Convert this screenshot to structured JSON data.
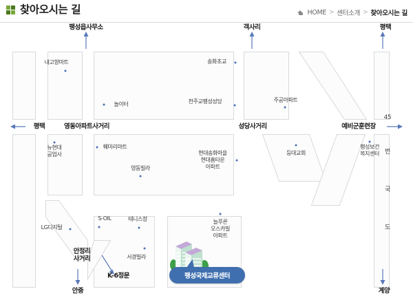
{
  "header": {
    "title": "찾아오시는 길",
    "icon": "grid-squares-icon",
    "accent_color": "#7aa83c",
    "breadcrumb": {
      "home_icon": "home-icon",
      "items": [
        "HOME",
        "센터소개",
        "찾아오시는 길"
      ],
      "separator": ">"
    }
  },
  "map": {
    "alt": "팽성국제교류센터 약도",
    "colors": {
      "road_fill": "#ffffff",
      "block_fill": "#fcfcfc",
      "block_stroke": "#d7d9dc",
      "poi_dot": "#4a6fb5",
      "arrow": "#5878b8",
      "callout": "#3f6fae"
    },
    "direction_labels": [
      {
        "id": "pyeongseong-eup-office",
        "text": "팽성읍사무소",
        "arrow": "up"
      },
      {
        "id": "gaeksari",
        "text": "객사리",
        "arrow": "up"
      },
      {
        "id": "pyeongtaek-top",
        "text": "평택",
        "arrow": "up"
      },
      {
        "id": "pyeongtaek-left",
        "text": "평택",
        "arrow": "left"
      },
      {
        "id": "reserve-forces-training",
        "text": "예비군훈련장",
        "arrow": "right"
      },
      {
        "id": "anjung",
        "text": "안중",
        "arrow": "down"
      },
      {
        "id": "gyeyang",
        "text": "계양",
        "arrow": "down"
      },
      {
        "id": "k6-main-gate",
        "text": "K-6정문",
        "arrow": "diagonal-down-right"
      }
    ],
    "intersections": [
      {
        "id": "yeongdong-apt-intersection",
        "text": "영동아파트사거리"
      },
      {
        "id": "seongdang-intersection",
        "text": "성당사거리"
      },
      {
        "id": "anjeongri-intersection",
        "text": "안정리\n사거리"
      }
    ],
    "route_label": {
      "id": "route-45",
      "number": "45",
      "vertical_text": [
        "번",
        "국",
        "도"
      ]
    },
    "pois": [
      {
        "id": "naegohyang-mart",
        "text": "내고향마트"
      },
      {
        "id": "nolteo",
        "text": "놀이터"
      },
      {
        "id": "songhwa-elementary",
        "text": "송화초교"
      },
      {
        "id": "catholic-pyeongseong-church",
        "text": "천주교팽성성당"
      },
      {
        "id": "jugong-apt",
        "text": "주공아파트"
      },
      {
        "id": "nuhyeondae-industrial",
        "text": "뉴현대\n공업사"
      },
      {
        "id": "chemi-mart",
        "text": "훼미리마트"
      },
      {
        "id": "yeongdong-villa",
        "text": "영동빌라"
      },
      {
        "id": "hyundai-songhwa-village",
        "text": "현대송화마을\n현대홈타운\n아파트"
      },
      {
        "id": "deungdae-church",
        "text": "등대교회"
      },
      {
        "id": "pyeongseong-health-center",
        "text": "팽성보건\n복지센터"
      },
      {
        "id": "lg-digital",
        "text": "LG디지털"
      },
      {
        "id": "s-oil",
        "text": "S-OIL"
      },
      {
        "id": "tennis-court",
        "text": "테니스장"
      },
      {
        "id": "seogyeong-villa",
        "text": "서경빌라"
      },
      {
        "id": "neulpureun-apt",
        "text": "늘푸른\n오스카빌\n아파트"
      }
    ],
    "callout": {
      "id": "pyeongseong-international-center",
      "text": "팽성국제교류센터",
      "icon": "apartment-building-icon"
    }
  }
}
